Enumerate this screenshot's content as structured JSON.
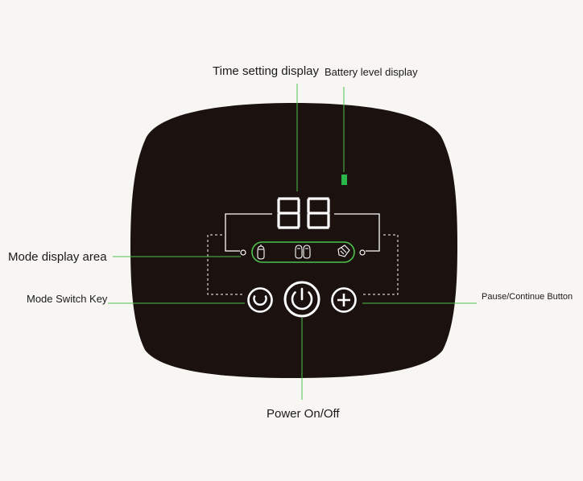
{
  "labels": {
    "time_setting": "Time setting display",
    "battery": "Battery level display",
    "mode_display": "Mode display area",
    "mode_switch": "Mode Switch Key",
    "pause_continue": "Pause/Continue Button",
    "power": "Power On/Off"
  },
  "display": {
    "digits": "88"
  },
  "mode_icons": [
    "massage-hand-icon",
    "double-hand-icon",
    "hand-press-icon"
  ],
  "buttons": {
    "mode_switch_icon": "cycle-icon",
    "power_icon": "power-icon",
    "pause_continue_icon": "plus-icon"
  },
  "colors": {
    "page_background": "#f8f6f3",
    "device_body": "#1b1210",
    "leader_line": "#4cc24c",
    "battery_indicator": "#2bb64a",
    "display_white": "#ffffff"
  }
}
